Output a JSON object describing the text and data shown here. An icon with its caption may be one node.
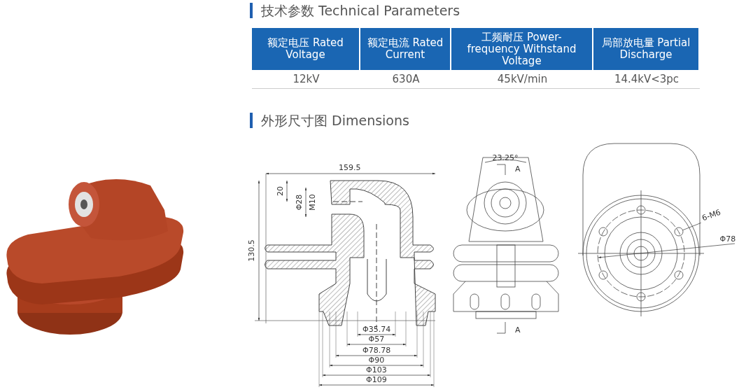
{
  "diagram": {
    "nodes": [
      {
        "text": [
          "6-M6"
        ]
      },
      {
        "text": [],
        "shape": "circle"
      }
    ],
    "edges": [
      {
        "from": 0,
        "to": 1,
        "arrow": "none"
      }
    ],
    "labels": [
      "技术参数 Technical Parameters",
      "额定电压 Rated Voltage",
      "额定电流 Rated Current",
      "工频耐压 Power-frequency Withstand Voltage",
      "局部放电量 Partial Discharge",
      "12kV",
      "630A",
      "45kV/min",
      "14.4kV<3pc",
      "外形尺寸图 Dimensions",
      "23.25°",
      "A",
      "159.5",
      "20",
      "Φ28",
      "M10",
      "130.5",
      "Φ78",
      "A",
      "Φ35.74",
      "Φ57",
      "Φ78.78",
      "Φ90",
      "Φ103",
      "Φ109"
    ]
  }
}
